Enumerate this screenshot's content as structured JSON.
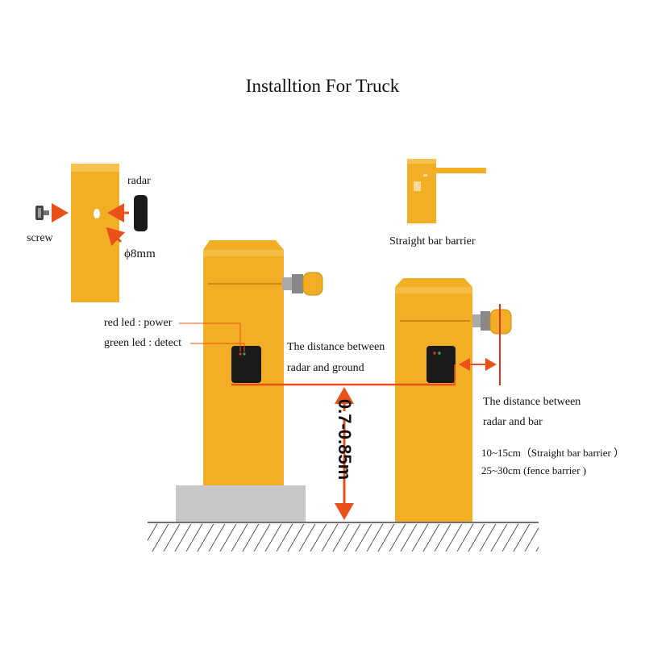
{
  "title": "Installtion For Truck",
  "detail": {
    "radar_label": "radar",
    "screw_label": "screw",
    "hole_label": "ϕ8mm"
  },
  "barrier": {
    "label": "Straight bar barrier"
  },
  "leds": {
    "red": "red led : power",
    "green": "green led : detect"
  },
  "ground_distance": {
    "line1": "The distance between",
    "line2": "radar and ground",
    "value": "0.7-0.85m"
  },
  "bar_distance": {
    "line1": "The distance between",
    "line2": "radar and bar",
    "straight": "10~15cm（Straight bar barrier ）",
    "fence": "25~30cm (fence barrier )"
  },
  "colors": {
    "post": "#f2ae24",
    "arrow": "#e8521a",
    "radar": "#1a1a1a",
    "base": "#c8c8c8"
  }
}
